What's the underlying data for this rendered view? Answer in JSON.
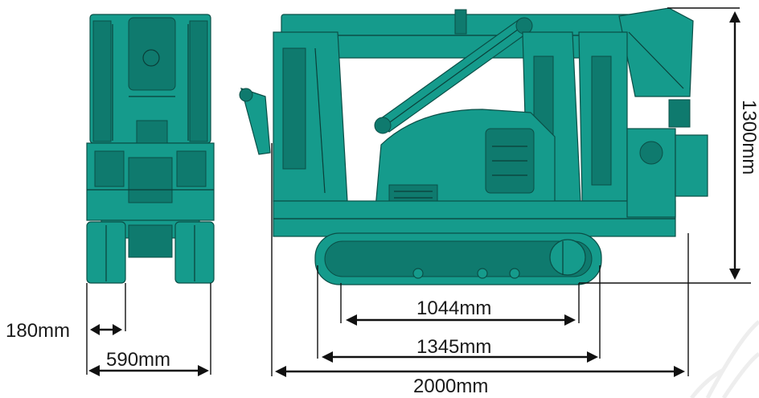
{
  "colors": {
    "machine": "#159b8c",
    "machine_dark": "#0f7a6e",
    "outline": "#0b4f47",
    "dimension_line": "#111111",
    "background": "#ffffff"
  },
  "dimensions": {
    "track_width": "180mm",
    "overall_width": "590mm",
    "height": "1300mm",
    "tumbler_distance": "1044mm",
    "track_length": "1345mm",
    "overall_length": "2000mm"
  }
}
